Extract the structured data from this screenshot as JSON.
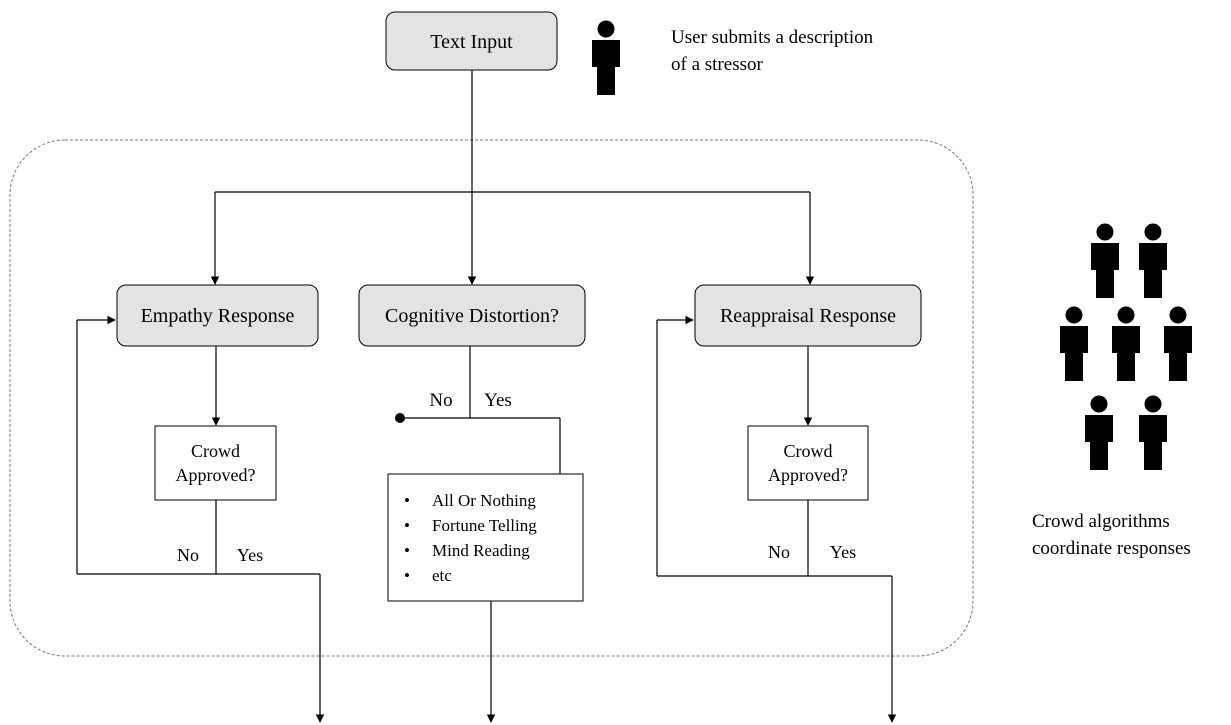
{
  "nodes": {
    "text_input": "Text Input",
    "empathy_response": "Empathy Response",
    "cognitive_distortion": "Cognitive Distortion?",
    "reappraisal_response": "Reappraisal Response",
    "crowd_approved_left": [
      "Crowd",
      "Approved?"
    ],
    "crowd_approved_right": [
      "Crowd",
      "Approved?"
    ]
  },
  "distortion_list": [
    "All Or Nothing",
    "Fortune Telling",
    "Mind Reading",
    "etc"
  ],
  "branch_labels": {
    "no": "No",
    "yes": "Yes"
  },
  "annotations": {
    "user": [
      "User submits a description",
      "of a stressor"
    ],
    "crowd": [
      "Crowd algorithms",
      "coordinate responses"
    ]
  },
  "icons": {
    "user": "person-icon",
    "crowd": "crowd-icon",
    "bullet": "•"
  }
}
